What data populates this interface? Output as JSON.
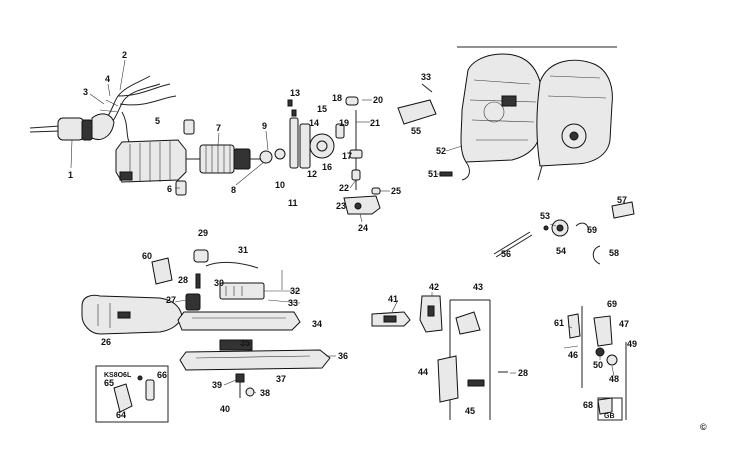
{
  "labels": {
    "p1": "1",
    "p2": "2",
    "p3": "3",
    "p4": "4",
    "p5": "5",
    "p6": "6",
    "p7": "7",
    "p8": "8",
    "p9": "9",
    "p10": "10",
    "p11": "11",
    "p12": "12",
    "p13": "13",
    "p14": "14",
    "p15": "15",
    "p16": "16",
    "p17": "17",
    "p18": "18",
    "p19": "19",
    "p20": "20",
    "p21": "21",
    "p22": "22",
    "p23": "23",
    "p24": "24",
    "p25": "25",
    "p26": "26",
    "p27": "27",
    "p28": "28",
    "p28b": "28",
    "p29": "29",
    "p30": "30",
    "p31": "31",
    "p32": "32",
    "p33": "33",
    "p33b": "33",
    "p34": "34",
    "p35": "35",
    "p36": "36",
    "p37": "37",
    "p38": "38",
    "p39": "39",
    "p40": "40",
    "p41": "41",
    "p42": "42",
    "p43": "43",
    "p44": "44",
    "p45": "45",
    "p46": "46",
    "p47": "47",
    "p48": "48",
    "p49": "49",
    "p50": "50",
    "p51": "51",
    "p52": "52",
    "p53": "53",
    "p54": "54",
    "p55": "55",
    "p56": "56",
    "p57": "57",
    "p58": "58",
    "p59": "59",
    "p60": "60",
    "p61": "61",
    "p64": "64",
    "p65": "65",
    "p66": "66",
    "p68": "68",
    "p69": "69"
  },
  "kit_box_label": "KS8O6L",
  "gb_label": "GB",
  "copyright": "©"
}
